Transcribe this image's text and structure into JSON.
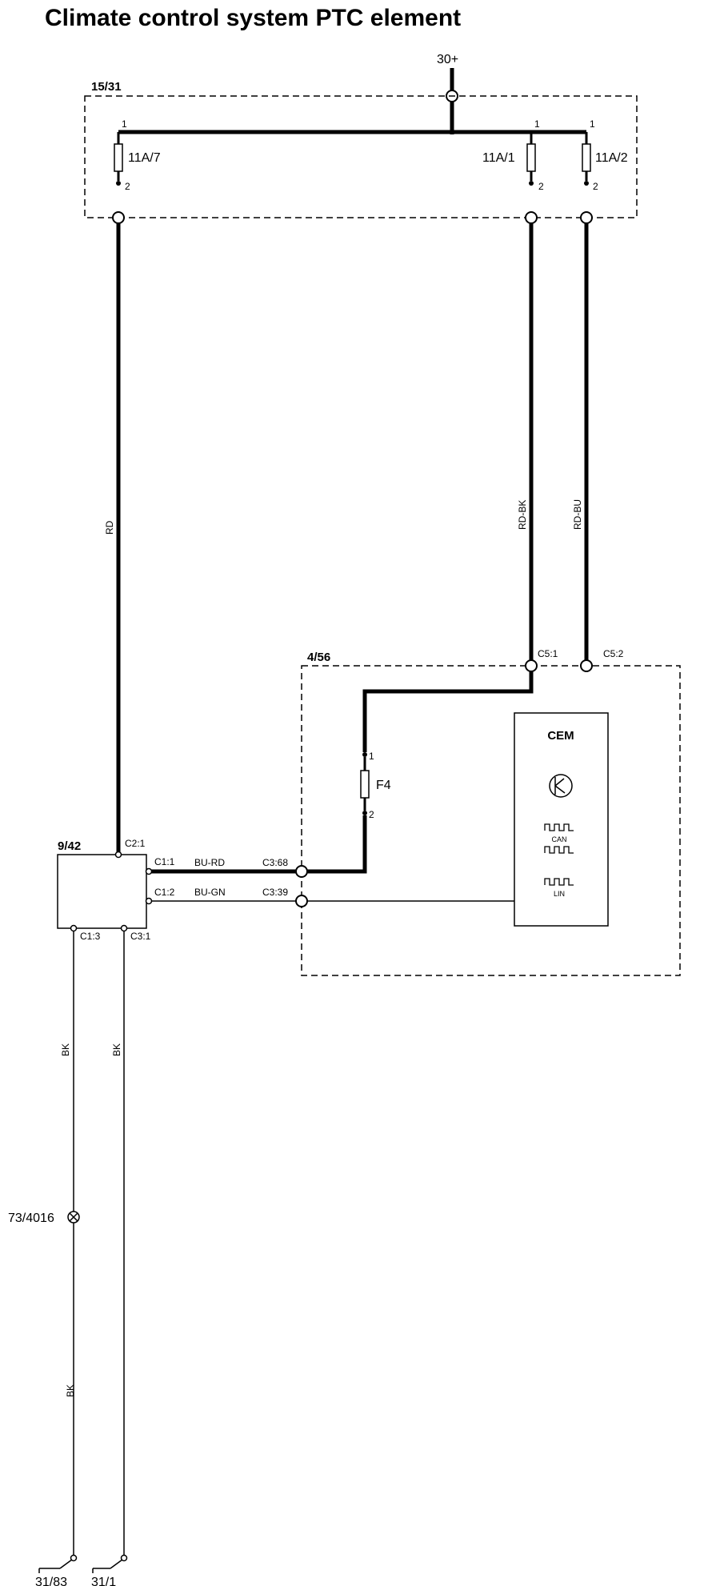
{
  "title": "Climate control system PTC element",
  "supply": "30+",
  "fuse_box": {
    "id": "15/31",
    "fuses": [
      {
        "name": "11A/7",
        "pin_top": "1",
        "pin_bottom": "2"
      },
      {
        "name": "11A/1",
        "pin_top": "1",
        "pin_bottom": "2"
      },
      {
        "name": "11A/2",
        "pin_top": "1",
        "pin_bottom": "2"
      }
    ]
  },
  "wires": {
    "rd": "RD",
    "rd_bk": "RD-BK",
    "rd_bu": "RD-BU",
    "bu_rd": "BU-RD",
    "bu_gn": "BU-GN",
    "bk_left": "BK",
    "bk_right": "BK",
    "bk_lower": "BK"
  },
  "cem_module": {
    "id": "4/56",
    "name": "CEM",
    "connectors": {
      "c5_1": "C5:1",
      "c5_2": "C5:2",
      "c3_68": "C3:68",
      "c3_39": "C3:39"
    },
    "fuse": {
      "name": "F4",
      "pin_top": "1",
      "pin_bottom": "2"
    },
    "can_label": "CAN",
    "lin_label": "LIN"
  },
  "ptc_module": {
    "id": "9/42",
    "connectors": {
      "c2_1": "C2:1",
      "c1_1": "C1:1",
      "c1_2": "C1:2",
      "c1_3": "C1:3",
      "c3_1": "C3:1"
    }
  },
  "splice": "73/4016",
  "grounds": [
    "31/83",
    "31/1"
  ]
}
